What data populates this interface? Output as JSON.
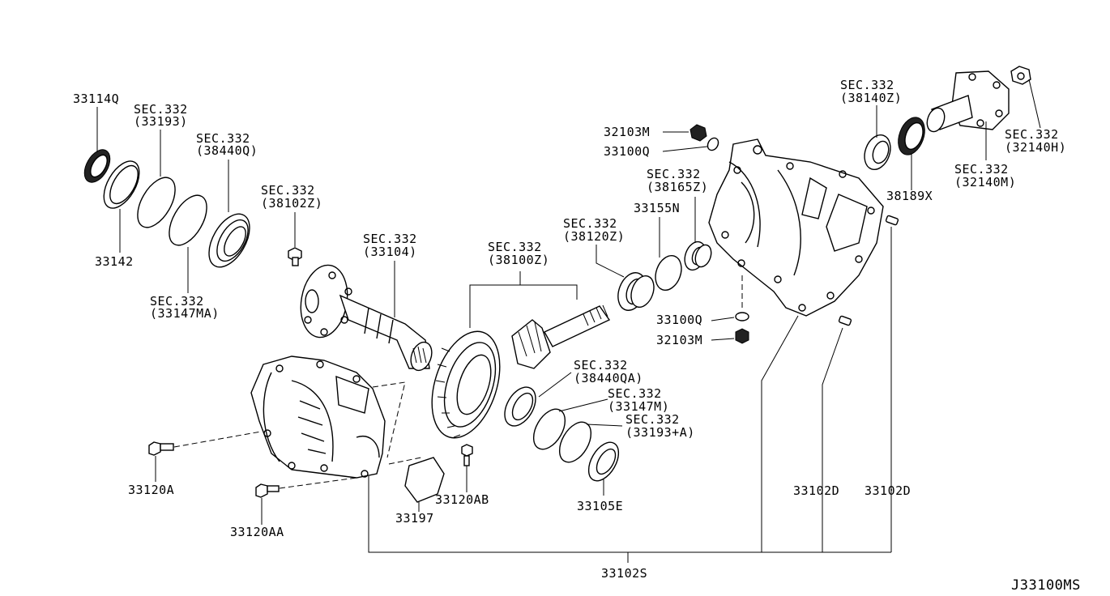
{
  "diagram_id": "J33100MS",
  "labels": {
    "l_33114q": "33114Q",
    "l_33193_a": "SEC.332",
    "l_33193_b": "(33193)",
    "l_38440q_a": "SEC.332",
    "l_38440q_b": "(38440Q)",
    "l_33142": "33142",
    "l_33147ma_a": "SEC.332",
    "l_33147ma_b": "(33147MA)",
    "l_38102z_a": "SEC.332",
    "l_38102z_b": "(38102Z)",
    "l_33104_a": "SEC.332",
    "l_33104_b": "(33104)",
    "l_38100z_a": "SEC.332",
    "l_38100z_b": "(38100Z)",
    "l_38120z_a": "SEC.332",
    "l_38120z_b": "(38120Z)",
    "l_33155n": "33155N",
    "l_38165z_a": "SEC.332",
    "l_38165z_b": "(38165Z)",
    "l_32103m_top": "32103M",
    "l_33100q_top": "33100Q",
    "l_38140z_a": "SEC.332",
    "l_38140z_b": "(38140Z)",
    "l_38189x": "38189X",
    "l_32140h_a": "SEC.332",
    "l_32140h_b": "(32140H)",
    "l_32140m_a": "SEC.332",
    "l_32140m_b": "(32140M)",
    "l_33100q_mid": "33100Q",
    "l_32103m_mid": "32103M",
    "l_38440qa_a": "SEC.332",
    "l_38440qa_b": "(38440QA)",
    "l_33147m_a": "SEC.332",
    "l_33147m_b": "(33147M)",
    "l_33193a_a": "SEC.332",
    "l_33193a_b": "(33193+A)",
    "l_33105e": "33105E",
    "l_33120a": "33120A",
    "l_33120aa": "33120AA",
    "l_33120ab": "33120AB",
    "l_33197": "33197",
    "l_33102d_1": "33102D",
    "l_33102d_2": "33102D",
    "l_33102s": "33102S"
  }
}
